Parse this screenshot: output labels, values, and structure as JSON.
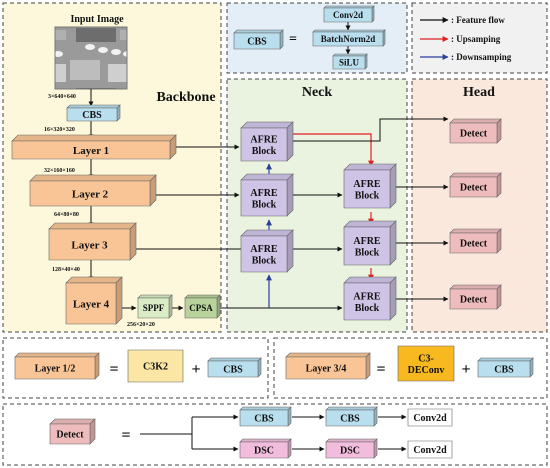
{
  "backbone": {
    "title": "Backbone",
    "input_label": "Input Image",
    "dims": {
      "input": "3×640×640",
      "after_cbs": "16×320×320",
      "layer1": "32×160×160",
      "layer2": "64×80×80",
      "layer3": "128×40×40",
      "sppf": "256×20×20"
    },
    "cbs": "CBS",
    "layers": [
      "Layer 1",
      "Layer 2",
      "Layer 3",
      "Layer 4"
    ],
    "sppf": "SPPF",
    "cpsa": "CPSA"
  },
  "cbs_def": {
    "lhs": "CBS",
    "eq": "=",
    "parts": [
      "Conv2d",
      "BatchNorm2d",
      "SiLU"
    ]
  },
  "legend": [
    {
      "label": ": Feature flow",
      "color": "#111111"
    },
    {
      "label": ": Upsamping",
      "color": "#e02020"
    },
    {
      "label": ": Downsamping",
      "color": "#2a3f9a"
    }
  ],
  "neck": {
    "title": "Neck",
    "afre_line1": "AFRE",
    "afre_line2": "Block"
  },
  "head": {
    "title": "Head",
    "detect": "Detect"
  },
  "layer12_def": {
    "lhs": "Layer 1/2",
    "eq": "=",
    "a": "C3K2",
    "plus": "+",
    "b": "CBS"
  },
  "layer34_def": {
    "lhs": "Layer 3/4",
    "eq": "=",
    "a_line1": "C3-",
    "a_line2": "DEConv",
    "plus": "+",
    "b": "CBS"
  },
  "detect_def": {
    "lhs": "Detect",
    "eq": "=",
    "cbs": "CBS",
    "dsc": "DSC",
    "conv": "Conv2d"
  },
  "colors": {
    "backbone_bg": "#fdf8dc",
    "neck_bg": "#e9f3df",
    "head_bg": "#fbe8dc",
    "layer": "#f9c596",
    "cbs": "#b9dfee",
    "afre": "#cfc4e6",
    "detect": "#eebcbc",
    "sppf": "#d9ecc6",
    "cpsa": "#b7d29a",
    "c3k2": "#fbe6a6",
    "deconv": "#f8b820",
    "dsc": "#f2bddc"
  }
}
